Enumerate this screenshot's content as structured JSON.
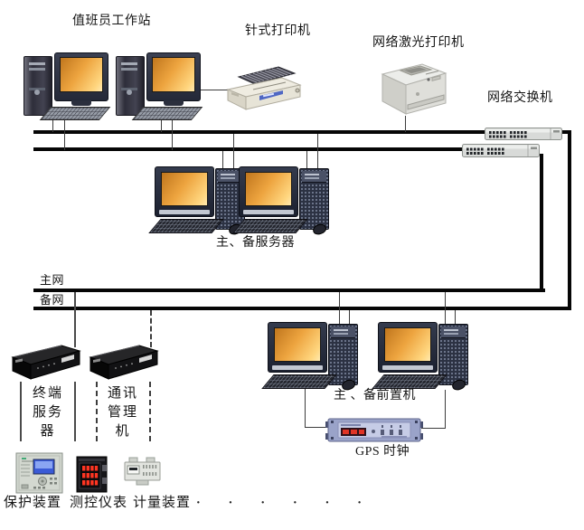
{
  "diagram": {
    "type": "network-topology",
    "labels": {
      "duty_workstation": "值班员工作站",
      "dot_matrix_printer": "针式打印机",
      "laser_printer": "网络激光打印机",
      "network_switch": "网络交换机",
      "main_backup_servers": "主、备服务器",
      "main_net": "主网",
      "backup_net": "备网",
      "main_backup_frontend": "主 、备前置机",
      "gps_clock": "GPS 时钟",
      "terminal_server": [
        "终端",
        "服务",
        "器"
      ],
      "comm_manager": [
        "通讯",
        "管理",
        "机"
      ],
      "protection_device": "保护装置",
      "measure_control_meter": "测控仪表",
      "metering_device": "计量装置",
      "more_devices_dots": "· · · · · ·"
    },
    "colors": {
      "background": "#ffffff",
      "bus_line": "#060606",
      "drop_line": "#3c3c3c",
      "crt_screen_amber": "#eda43f",
      "gps_panel": "#9aa3c9",
      "meter_digits": "#ff3522",
      "protection_screen": "#3a5ad6"
    }
  }
}
